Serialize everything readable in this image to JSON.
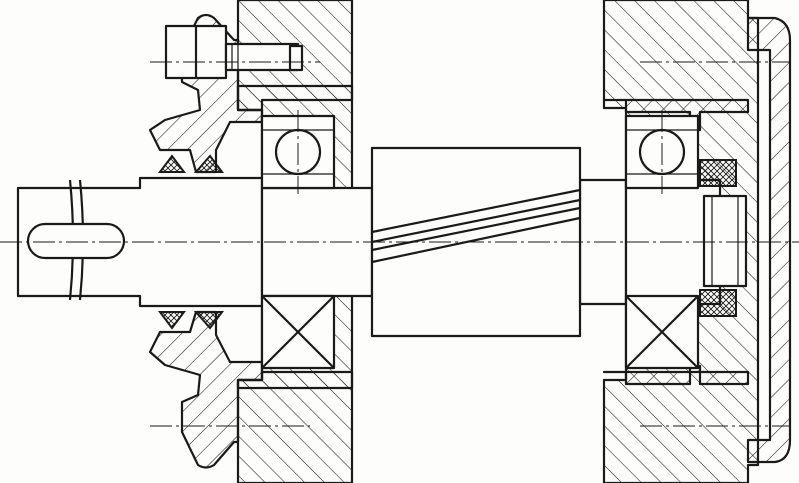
{
  "drawing": {
    "components": [
      "housing-left-wall",
      "housing-right-wall",
      "end-cover-left",
      "end-cover-right",
      "bearing-ball-left",
      "bearing-ball-right",
      "bearing-roller-left",
      "bearing-roller-right",
      "shaft",
      "helical-gear",
      "keyway",
      "seals",
      "bolt",
      "locknut"
    ],
    "colors": {
      "line": "#1a1a1a",
      "paper": "#fdfdfb"
    }
  }
}
